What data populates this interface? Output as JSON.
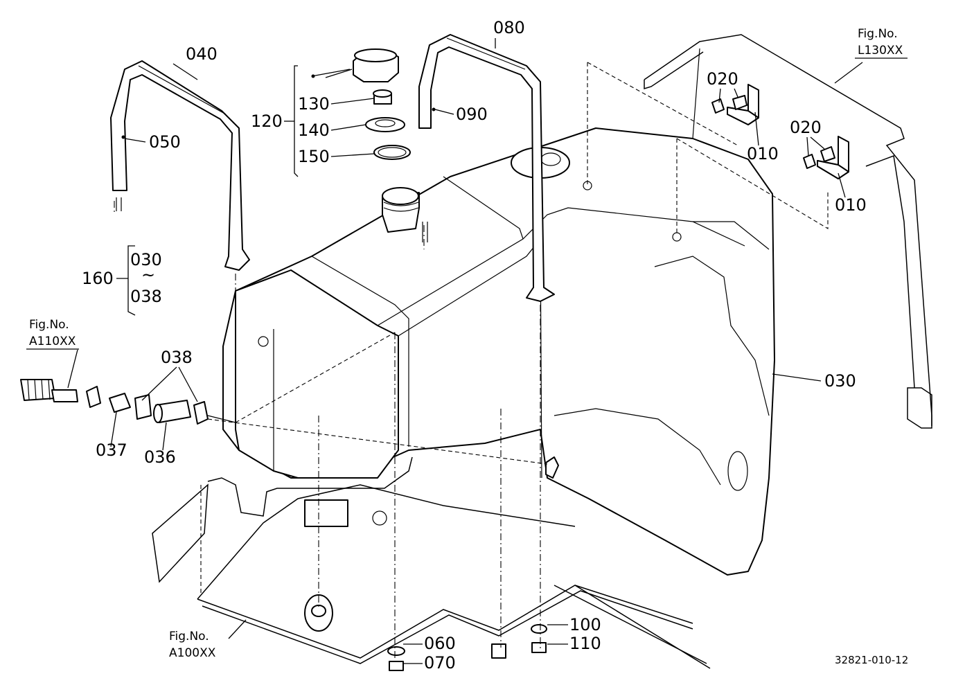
{
  "labels": {
    "p010a": "010",
    "p010b": "010",
    "p020a": "020",
    "p020b": "020",
    "p030": "030",
    "p036": "036",
    "p037": "037",
    "p038": "038",
    "p040": "040",
    "p050": "050",
    "p060": "060",
    "p070": "070",
    "p080": "080",
    "p090": "090",
    "p100": "100",
    "p110": "110",
    "p120": "120",
    "p130": "130",
    "p140": "140",
    "p150": "150",
    "p160": "160",
    "range_start": "030",
    "range_tilde": "~",
    "range_end": "038"
  },
  "figure_refs": {
    "l130": {
      "fig": "Fig.No.",
      "code": "L130XX"
    },
    "a110": {
      "fig": "Fig.No.",
      "code": "A110XX"
    },
    "a100": {
      "fig": "Fig.No.",
      "code": "A100XX"
    }
  },
  "drawing_number": "32821-010-12"
}
